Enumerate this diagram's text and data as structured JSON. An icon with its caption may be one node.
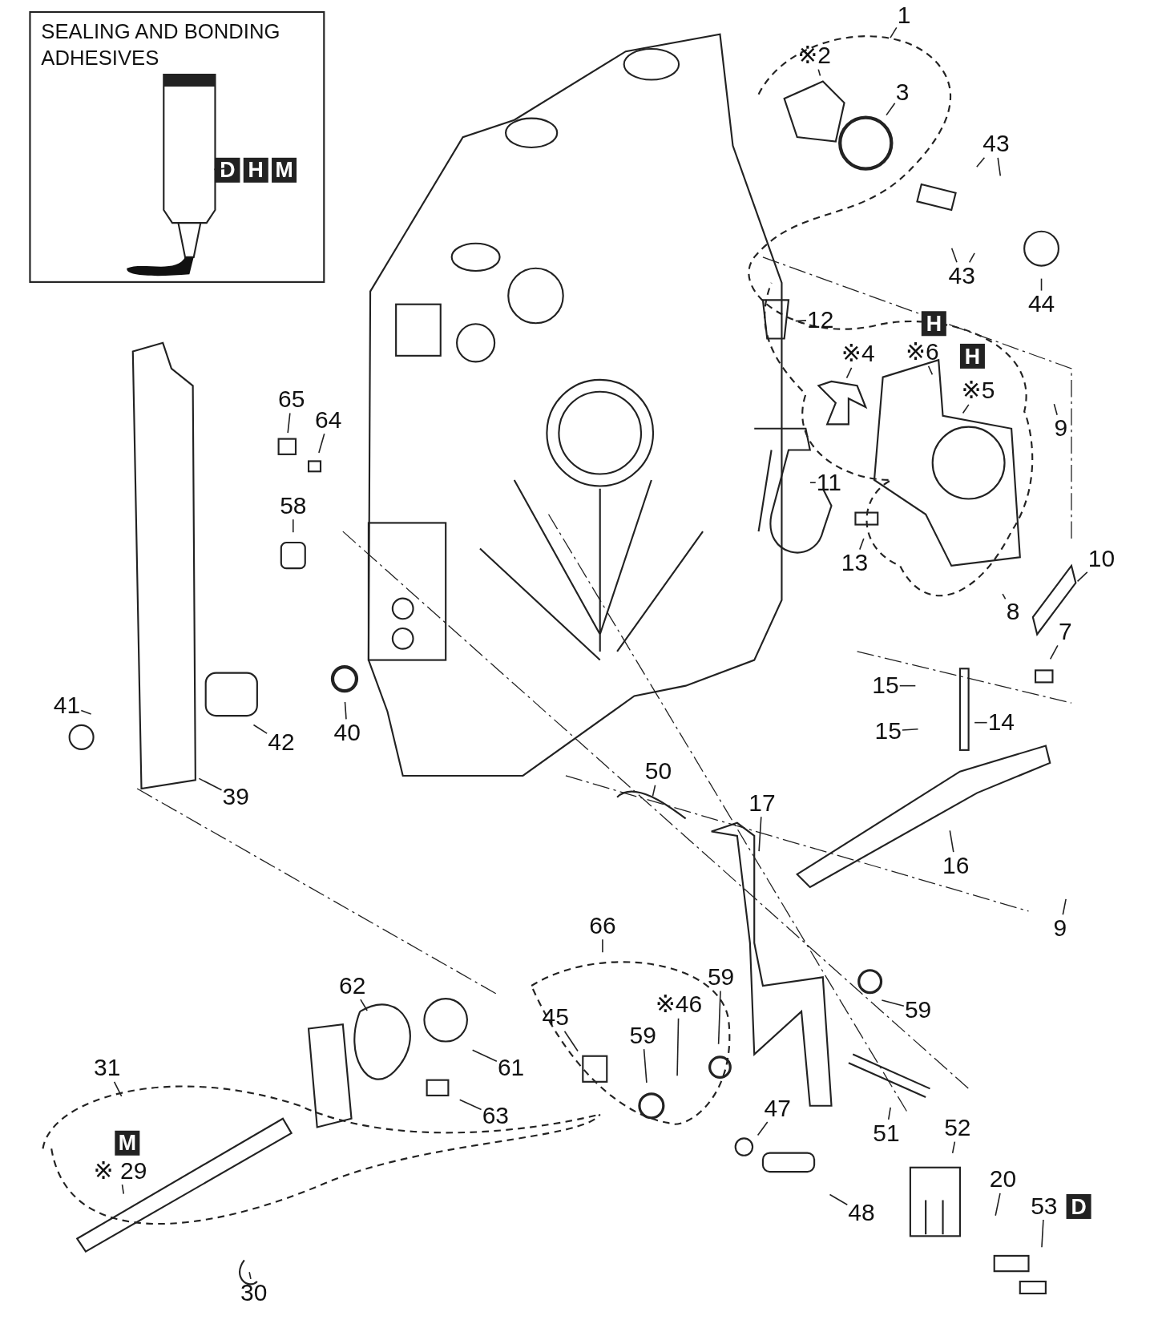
{
  "diagram": {
    "nodes": [
      {
        "text": [
          "SEALING AND BONDING ADHESIVES"
        ]
      },
      {
        "text": [],
        "shape": "picture",
        "in": 0
      },
      {
        "text": [
          "D"
        ],
        "in": 0
      },
      {
        "text": [
          "H"
        ],
        "in": 0
      },
      {
        "text": [
          "M"
        ],
        "in": 0
      },
      {
        "text": [
          "1"
        ]
      },
      {
        "text": [
          "※2"
        ]
      },
      {
        "text": [
          "3"
        ]
      },
      {
        "text": [
          "43"
        ]
      },
      {
        "text": [
          "43"
        ]
      },
      {
        "text": [
          "44"
        ]
      },
      {
        "text": [
          "12"
        ]
      },
      {
        "text": [
          "※4"
        ]
      },
      {
        "text": [
          "※6"
        ]
      },
      {
        "text": [
          "※5"
        ]
      },
      {
        "text": [
          "9"
        ]
      },
      {
        "text": [
          "11"
        ]
      },
      {
        "text": [
          "13"
        ]
      },
      {
        "text": [
          "10"
        ]
      },
      {
        "text": [
          "8"
        ]
      },
      {
        "text": [
          "7"
        ]
      },
      {
        "text": [
          "65"
        ]
      },
      {
        "text": [
          "64"
        ]
      },
      {
        "text": [
          "58"
        ]
      },
      {
        "text": [
          "15"
        ]
      },
      {
        "text": [
          "14"
        ]
      },
      {
        "text": [
          "15"
        ]
      },
      {
        "text": [
          "41"
        ]
      },
      {
        "text": [
          "42"
        ]
      },
      {
        "text": [
          "40"
        ]
      },
      {
        "text": [
          "39"
        ]
      },
      {
        "text": [
          "50"
        ]
      },
      {
        "text": [
          "17"
        ]
      },
      {
        "text": [
          "16"
        ]
      },
      {
        "text": [
          "9"
        ]
      },
      {
        "text": [
          "66"
        ]
      },
      {
        "text": [
          "59"
        ]
      },
      {
        "text": [
          "62"
        ]
      },
      {
        "text": [
          "※46"
        ]
      },
      {
        "text": [
          "59"
        ]
      },
      {
        "text": [
          "45"
        ]
      },
      {
        "text": [
          "59"
        ]
      },
      {
        "text": [
          "61"
        ]
      },
      {
        "text": [
          "31"
        ]
      },
      {
        "text": [
          "63"
        ]
      },
      {
        "text": [
          "52"
        ]
      },
      {
        "text": [
          "47"
        ]
      },
      {
        "text": [
          "51"
        ]
      },
      {
        "text": [
          "※ 29"
        ]
      },
      {
        "text": [
          "20"
        ]
      },
      {
        "text": [
          "53"
        ]
      },
      {
        "text": [
          "48"
        ]
      },
      {
        "text": [
          "30"
        ]
      },
      {
        "text": [
          "H"
        ]
      },
      {
        "text": [
          "H"
        ]
      },
      {
        "text": [
          "M"
        ]
      },
      {
        "text": [
          "D"
        ]
      }
    ],
    "edges": [
      {
        "from": 2,
        "to": 1,
        "arrow": "none"
      },
      {
        "from": 5,
        "to": null,
        "arrow": "none"
      },
      {
        "from": 6,
        "to": null,
        "arrow": "none"
      },
      {
        "from": 7,
        "to": null,
        "arrow": "none"
      },
      {
        "from": 8,
        "to": null,
        "arrow": "none"
      },
      {
        "from": 8,
        "to": null,
        "arrow": "none"
      },
      {
        "from": 9,
        "to": null,
        "arrow": "none"
      },
      {
        "from": 9,
        "to": null,
        "arrow": "none"
      },
      {
        "from": 10,
        "to": null,
        "arrow": "none"
      },
      {
        "from": 11,
        "to": null,
        "arrow": "none"
      },
      {
        "from": 12,
        "to": null,
        "arrow": "none"
      },
      {
        "from": 13,
        "to": null,
        "arrow": "none"
      },
      {
        "from": 14,
        "to": null,
        "arrow": "none"
      },
      {
        "from": 15,
        "to": null,
        "arrow": "none"
      },
      {
        "from": 16,
        "to": null,
        "arrow": "none"
      },
      {
        "from": 17,
        "to": null,
        "arrow": "none"
      },
      {
        "from": 18,
        "to": null,
        "arrow": "none"
      },
      {
        "from": 19,
        "to": null,
        "arrow": "none"
      },
      {
        "from": 20,
        "to": null,
        "arrow": "none"
      },
      {
        "from": 21,
        "to": null,
        "arrow": "none"
      },
      {
        "from": 22,
        "to": null,
        "arrow": "none"
      },
      {
        "from": 23,
        "to": null,
        "arrow": "none"
      },
      {
        "from": 24,
        "to": null,
        "arrow": "none"
      },
      {
        "from": 25,
        "to": null,
        "arrow": "none"
      },
      {
        "from": 26,
        "to": null,
        "arrow": "none"
      },
      {
        "from": 27,
        "to": null,
        "arrow": "none"
      },
      {
        "from": 28,
        "to": null,
        "arrow": "none"
      },
      {
        "from": 29,
        "to": null,
        "arrow": "none"
      },
      {
        "from": 30,
        "to": null,
        "arrow": "none"
      },
      {
        "from": 31,
        "to": null,
        "arrow": "none"
      },
      {
        "from": 32,
        "to": null,
        "arrow": "none"
      },
      {
        "from": 33,
        "to": null,
        "arrow": "none"
      },
      {
        "from": 34,
        "to": null,
        "arrow": "none"
      },
      {
        "from": 35,
        "to": null,
        "arrow": "none"
      },
      {
        "from": 36,
        "to": null,
        "arrow": "none"
      },
      {
        "from": 37,
        "to": null,
        "arrow": "none"
      },
      {
        "from": 38,
        "to": null,
        "arrow": "none"
      },
      {
        "from": 39,
        "to": null,
        "arrow": "none"
      },
      {
        "from": 40,
        "to": null,
        "arrow": "none"
      },
      {
        "from": 41,
        "to": null,
        "arrow": "none"
      },
      {
        "from": 42,
        "to": null,
        "arrow": "none"
      },
      {
        "from": 43,
        "to": null,
        "arrow": "none"
      },
      {
        "from": 44,
        "to": null,
        "arrow": "none"
      },
      {
        "from": 45,
        "to": null,
        "arrow": "none"
      },
      {
        "from": 46,
        "to": null,
        "arrow": "none"
      },
      {
        "from": 47,
        "to": null,
        "arrow": "none"
      },
      {
        "from": 48,
        "to": null,
        "arrow": "none"
      },
      {
        "from": 49,
        "to": null,
        "arrow": "none"
      },
      {
        "from": 50,
        "to": null,
        "arrow": "none"
      },
      {
        "from": 51,
        "to": null,
        "arrow": "none"
      },
      {
        "from": 52,
        "to": null,
        "arrow": "none"
      }
    ]
  }
}
